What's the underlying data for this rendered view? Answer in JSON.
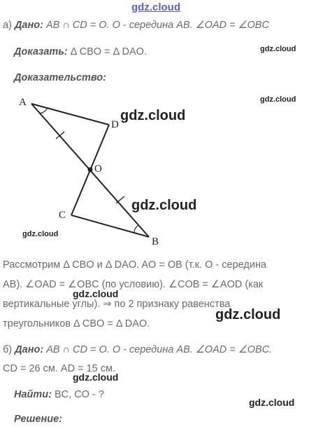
{
  "watermarks": {
    "top": "gdz.cloud",
    "w1": "gdz.cloud",
    "w2": "gdz.cloud",
    "w3": "gdz.cloud",
    "w4": "gdz.cloud",
    "w5": "gdz.cloud",
    "w6": "gdz.cloud",
    "w7": "gdz.cloud",
    "w8": "gdz.cloud",
    "w9": "gdz.cloud"
  },
  "part_a": {
    "label": "а)",
    "given_label": "Дано:",
    "given_text": "AB ∩ CD = O. O - середина AB. ∠OAD = ∠OBC",
    "prove_label": "Доказать:",
    "prove_text": "Δ CBO = Δ DAO.",
    "proof_label": "Доказательство:",
    "figure": {
      "A": "A",
      "D": "D",
      "O": "O",
      "C": "C",
      "B": "B"
    },
    "solution_lines": [
      "Рассмотрим Δ CBO и Δ DAO. AO = OB (т.к. O - середина",
      "AB). ∠OAD = ∠OBC (по условию). ∠COB = ∠AOD (как",
      "вертикальные углы). ⇒ по 2 признаку равенства",
      "треугольников Δ CBO = Δ DAO."
    ]
  },
  "part_b": {
    "label": "б)",
    "given_label": "Дано:",
    "given_text": "AB ∩ CD = O. O - середина AB. ∠OAD = ∠OBC.",
    "given_line2": "CD = 26 см. AD = 15 см.",
    "find_label": "Найти:",
    "find_text": "BC, CO - ?",
    "solution_label": "Решение:"
  }
}
